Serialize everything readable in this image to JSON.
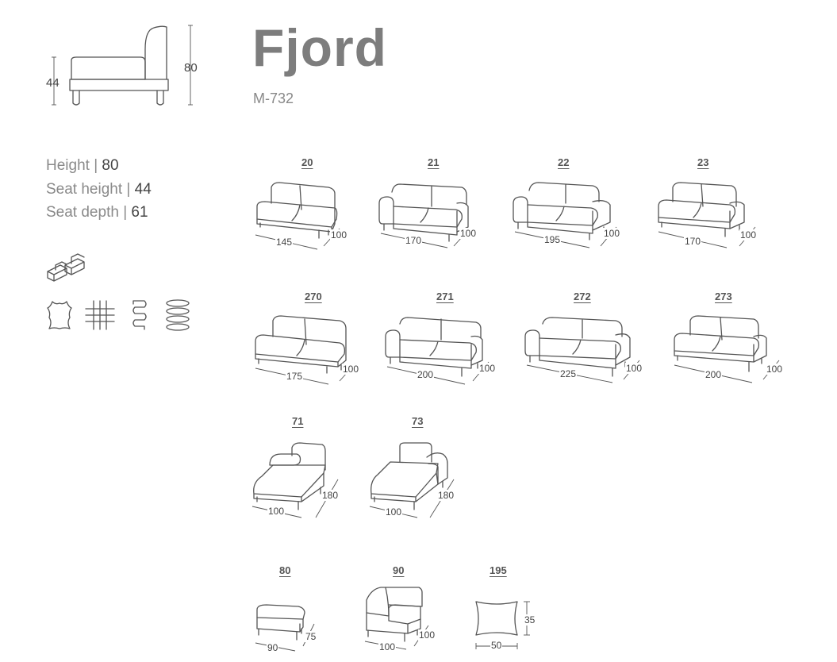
{
  "model": {
    "name": "Fjord",
    "code": "M-732"
  },
  "side_profile": {
    "seat_height": "44",
    "height": "80"
  },
  "specs": [
    {
      "label": "Height",
      "sep": " | ",
      "value": "80"
    },
    {
      "label": "Seat height",
      "sep": " | ",
      "value": "44"
    },
    {
      "label": "Seat depth",
      "sep": " | ",
      "value": "61"
    }
  ],
  "feature_icons": [
    "modular-sections-icon",
    "leather-icon",
    "webbing-icon",
    "zigzag-spring-icon",
    "coil-spring-icon"
  ],
  "modules": [
    {
      "id": "20",
      "width": "145",
      "depth": "100",
      "shape": "sofa-no-arms"
    },
    {
      "id": "21",
      "width": "170",
      "depth": "100",
      "shape": "sofa-two-arms"
    },
    {
      "id": "22",
      "width": "195",
      "depth": "100",
      "shape": "sofa-two-arms"
    },
    {
      "id": "23",
      "width": "170",
      "depth": "100",
      "shape": "sofa-one-arm"
    },
    {
      "id": "270",
      "width": "175",
      "depth": "100",
      "shape": "sofa-no-arms"
    },
    {
      "id": "271",
      "width": "200",
      "depth": "100",
      "shape": "sofa-two-arms"
    },
    {
      "id": "272",
      "width": "225",
      "depth": "100",
      "shape": "sofa-two-arms"
    },
    {
      "id": "273",
      "width": "200",
      "depth": "100",
      "shape": "sofa-one-arm"
    },
    {
      "id": "71",
      "width": "100",
      "depth": "180",
      "shape": "chaise-left"
    },
    {
      "id": "73",
      "width": "100",
      "depth": "180",
      "shape": "chaise-right"
    },
    {
      "id": "80",
      "width": "90",
      "depth": "75",
      "shape": "ottoman"
    },
    {
      "id": "90",
      "width": "100",
      "depth": "100",
      "shape": "corner"
    },
    {
      "id": "195",
      "width": "50",
      "height": "35",
      "shape": "cushion"
    }
  ]
}
